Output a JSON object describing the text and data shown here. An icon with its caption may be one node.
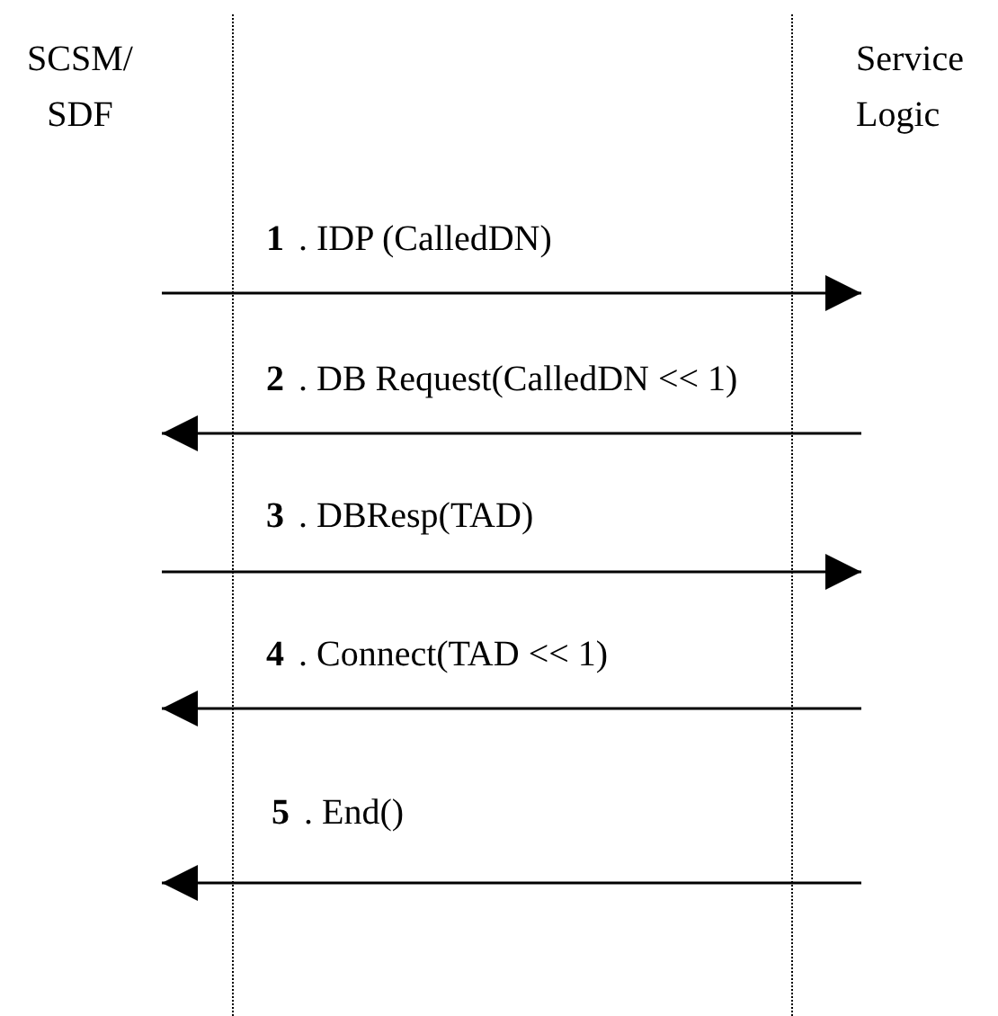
{
  "diagram": {
    "nodes": [
      {
        "text": [
          "SCSM/ SDF"
        ]
      },
      {
        "text": [
          "Service Logic"
        ]
      }
    ],
    "edges": [
      {
        "from": 0,
        "to": 1,
        "arrow": "to",
        "label": "**1**. IDP (CalledDN)"
      },
      {
        "from": 1,
        "to": 0,
        "arrow": "to",
        "label": "**2**. DB Request(CalledDN << 1)"
      },
      {
        "from": 0,
        "to": 1,
        "arrow": "to",
        "label": "**3**. DBResp(TAD)"
      },
      {
        "from": 1,
        "to": 0,
        "arrow": "to",
        "label": "**4**. Connect(TAD << 1)"
      },
      {
        "from": 1,
        "to": 0,
        "arrow": "to",
        "label": "**5**. End()"
      }
    ]
  }
}
